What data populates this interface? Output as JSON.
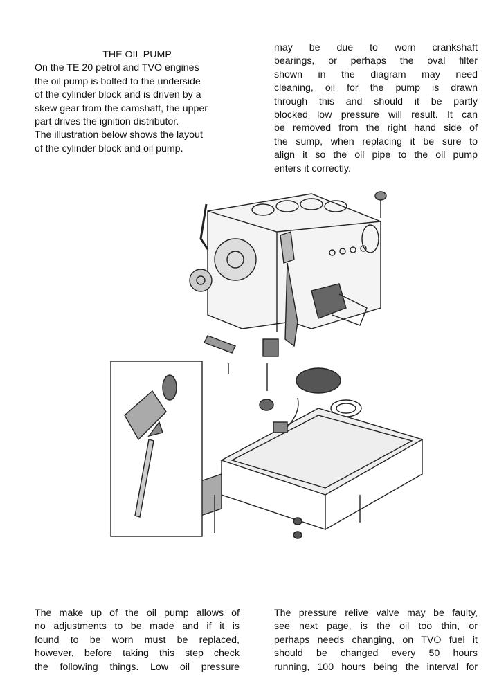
{
  "heading": "THE OIL PUMP",
  "left_top_lines": [
    "On the TE 20 petrol and TVO engines",
    "the oil pump is bolted to the underside",
    "of the cylinder block and is driven by a",
    "skew gear from the camshaft, the upper",
    "part drives the ignition distributor.",
    "The illustration below shows the layout",
    "of the cylinder block and oil pump."
  ],
  "right_top_lines": [
    "may be due to worn crankshaft",
    "bearings, or perhaps the oval filter",
    "shown in the diagram may need",
    "cleaning, oil for the pump is drawn",
    "through this and should it be partly",
    "blocked low pressure will result. It can",
    "be removed from the right hand side of",
    "the sump, when replacing it be sure to",
    "align it so the oil pipe to the oil pump",
    "enters it correctly."
  ],
  "left_bottom_lines": [
    "The make up of the oil pump allows of",
    "no adjustments to be made and if it is",
    "found to be worn must be replaced,",
    "however, before taking this step check",
    "the following things. Low oil pressure"
  ],
  "right_bottom_lines": [
    "The pressure relive valve may be faulty,",
    "see next page, is the oil too thin, or",
    "perhaps needs changing, on TVO fuel it",
    "should be changed every 50 hours",
    "running, 100 hours being the interval for"
  ]
}
